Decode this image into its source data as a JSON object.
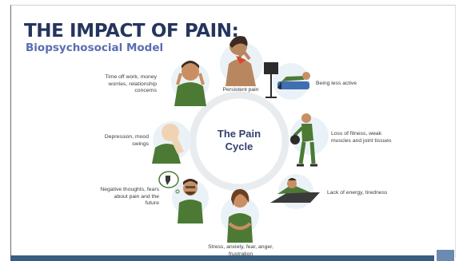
{
  "slide": {
    "title": "THE IMPACT OF PAIN:",
    "subtitle": "Biopsychosocial Model",
    "center_line1": "The Pain",
    "center_line2": "Cycle"
  },
  "cycle_items": [
    {
      "id": "persistent-pain",
      "text": "Persistent pain",
      "icon": "person-holding-shoulder-icon"
    },
    {
      "id": "less-active",
      "text": "Being less active",
      "icon": "person-on-couch-tv-icon"
    },
    {
      "id": "loss-of-fitness",
      "text": "Loss of fitness, weak muscles and joint tissues",
      "icon": "person-lifting-weight-icon"
    },
    {
      "id": "lack-of-energy",
      "text": "Lack of energy, tiredness",
      "icon": "tired-person-lying-icon"
    },
    {
      "id": "stress",
      "text": "Stress, anxiety, fear, anger, frustration",
      "icon": "stressed-woman-icon"
    },
    {
      "id": "negative-thoughts",
      "text": "Negative thoughts, fears about pain and the future",
      "icon": "man-thumbs-down-thought-icon"
    },
    {
      "id": "depression",
      "text": "Depression, mood swings",
      "icon": "sad-bald-man-icon"
    },
    {
      "id": "time-off-work",
      "text": "Time off work, money worries, relationship concerns",
      "icon": "worried-man-icon"
    }
  ],
  "colors": {
    "title": "#26355e",
    "subtitle": "#5a6db1",
    "ring": "#e9ecef",
    "bubble": "#eaf2f7",
    "clothing_green": "#4c7a34",
    "skin": "#c98f63",
    "bar": "#3a5d82"
  }
}
